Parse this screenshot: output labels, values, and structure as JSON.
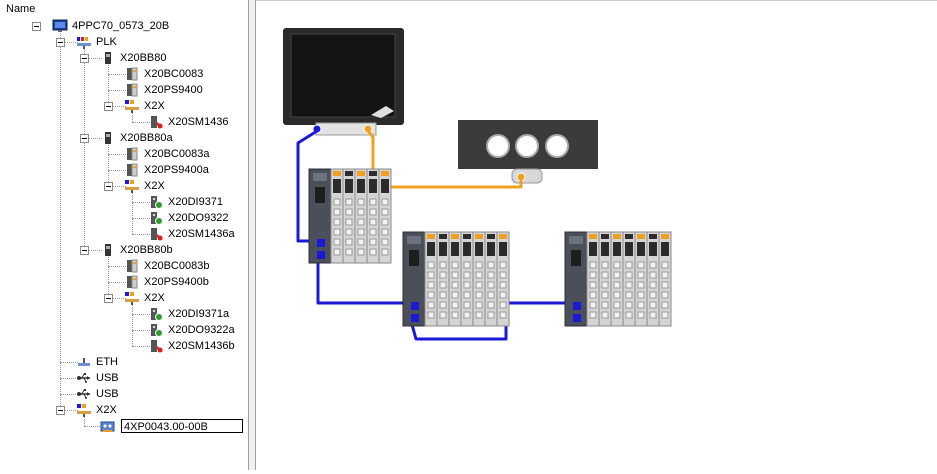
{
  "tree": {
    "header": "Name",
    "nodes": [
      {
        "label": "4PPC70_0573_20B",
        "icon": "panel-pc-icon"
      },
      {
        "label": "PLK",
        "icon": "powerlink-bus-icon"
      },
      {
        "label": "X20BB80",
        "icon": "bus-base-icon"
      },
      {
        "label": "X20BC0083",
        "icon": "module-icon"
      },
      {
        "label": "X20PS9400",
        "icon": "module-icon"
      },
      {
        "label": "X2X",
        "icon": "x2x-bus-icon"
      },
      {
        "label": "X20SM1436",
        "icon": "module-error-icon"
      },
      {
        "label": "X20BB80a",
        "icon": "bus-base-icon"
      },
      {
        "label": "X20BC0083a",
        "icon": "module-icon"
      },
      {
        "label": "X20PS9400a",
        "icon": "module-icon"
      },
      {
        "label": "X2X",
        "icon": "x2x-bus-icon"
      },
      {
        "label": "X20DI9371",
        "icon": "module-ok-icon"
      },
      {
        "label": "X20DO9322",
        "icon": "module-ok-icon"
      },
      {
        "label": "X20SM1436a",
        "icon": "module-error-icon"
      },
      {
        "label": "X20BB80b",
        "icon": "bus-base-icon"
      },
      {
        "label": "X20BC0083b",
        "icon": "module-icon"
      },
      {
        "label": "X20PS9400b",
        "icon": "module-icon"
      },
      {
        "label": "X2X",
        "icon": "x2x-bus-icon"
      },
      {
        "label": "X20DI9371a",
        "icon": "module-ok-icon"
      },
      {
        "label": "X20DO9322a",
        "icon": "module-ok-icon"
      },
      {
        "label": "X20SM1436b",
        "icon": "module-error-icon"
      },
      {
        "label": "ETH",
        "icon": "ethernet-icon"
      },
      {
        "label": "USB",
        "icon": "usb-icon"
      },
      {
        "label": "USB",
        "icon": "usb-icon"
      },
      {
        "label": "X2X",
        "icon": "x2x-bus-icon"
      }
    ],
    "editing_value": "4XP0043.00-00B"
  },
  "colors": {
    "powerlink_cable": "#1a1ad6",
    "x2x_cable": "#f0a020",
    "panel_frame": "#2a2a2a",
    "module_body": "#cfcfcf"
  }
}
